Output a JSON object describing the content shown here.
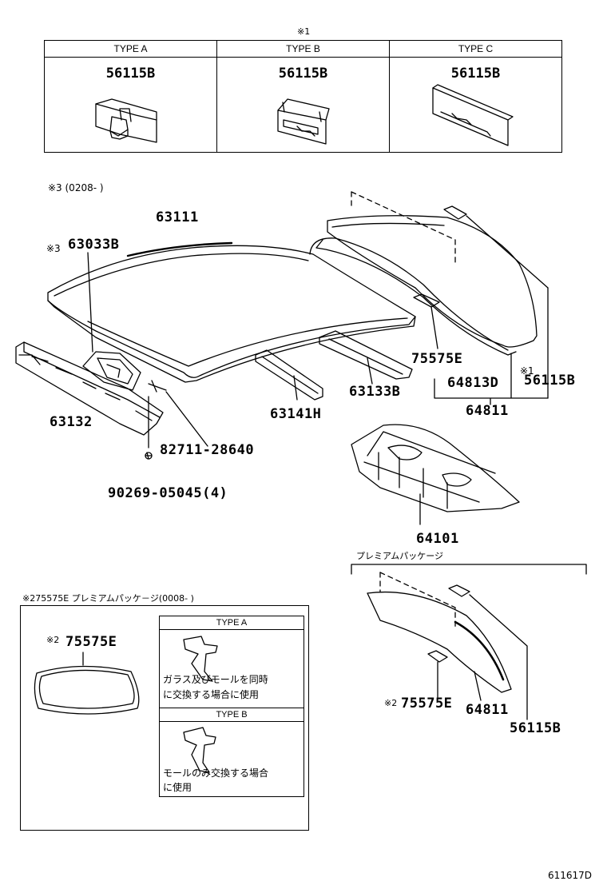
{
  "top_table": {
    "note_mark": "※1",
    "columns": [
      {
        "header": "TYPE A",
        "part": "56115B"
      },
      {
        "header": "TYPE B",
        "part": "56115B"
      },
      {
        "header": "TYPE C",
        "part": "56115B"
      }
    ]
  },
  "note3_range": "※3 (0208-       )",
  "labels": {
    "roof": "63111",
    "note3_mark": "※3",
    "bow": "63033B",
    "front_header": "63132",
    "bolt": "82711-28640",
    "clip": "90269-05045(4)",
    "side_rail": "63141H",
    "rear_header": "63133B",
    "spacer": "75575E",
    "glass_d": "64813D",
    "glass": "64811",
    "note1_mark": "※1",
    "molding": "56115B",
    "package_tray": "64101"
  },
  "premium": {
    "header": "プレミアムパッケージ",
    "spacer_mark": "※2",
    "spacer": "75575E",
    "glass": "64811",
    "molding": "56115B"
  },
  "box2": {
    "title": "※275575E プレミアムパッケ－ジ(0008-       )",
    "mark": "※2",
    "part": "75575E",
    "type_a": {
      "header": "TYPE A",
      "line1": "ガラス及びモールを同時",
      "line2": "に交換する場合に使用"
    },
    "type_b": {
      "header": "TYPE B",
      "line1": "モールのみ交換する場合",
      "line2": "に使用"
    }
  },
  "diagram_id": "611617D"
}
